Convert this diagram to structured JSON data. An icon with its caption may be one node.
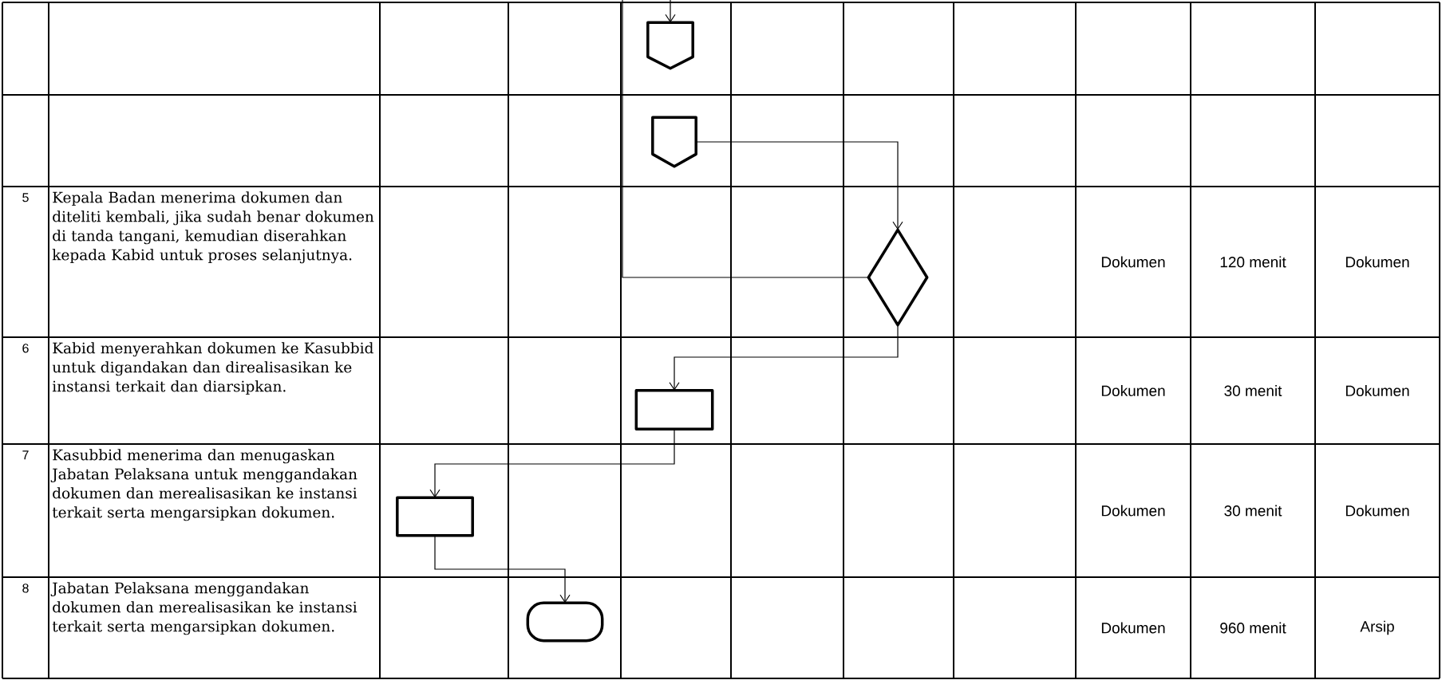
{
  "diagram": {
    "nodes": [
      {
        "text": [],
        "shape": "pentagon"
      },
      {
        "text": [],
        "shape": "pentagon"
      },
      {
        "text": [],
        "shape": "diamond"
      },
      {
        "text": [],
        "shape": "box"
      },
      {
        "text": [],
        "shape": "box"
      },
      {
        "text": [],
        "shape": "stadium"
      }
    ],
    "edges": [
      {
        "from": null,
        "to": 0,
        "arrow": "to"
      },
      {
        "from": 1,
        "to": 2,
        "arrow": "to"
      },
      {
        "from": 2,
        "to": null,
        "arrow": "none"
      },
      {
        "from": 2,
        "to": 3,
        "arrow": "to"
      },
      {
        "from": 3,
        "to": 4,
        "arrow": "to"
      },
      {
        "from": 4,
        "to": 5,
        "arrow": "to"
      }
    ],
    "labels": [
      "5",
      "Kepala Badan menerima dokumen dan diteliti kembali, jika sudah benar dokumen di tanda tangani, kemudian diserahkan kepada Kabid untuk proses selanjutnya.",
      "Dokumen",
      "120 menit",
      "Dokumen",
      "6",
      "Kabid menyerahkan dokumen ke Kasubbid untuk digandakan dan direalisasikan ke instansi terkait dan diarsipkan.",
      "Dokumen",
      "30 menit",
      "Dokumen",
      "7",
      "Kasubbid menerima dan menugaskan Jabatan Pelaksana untuk menggandakan dokumen dan merealisasikan ke instansi terkait serta mengarsipkan dokumen.",
      "Dokumen",
      "30 menit",
      "Dokumen",
      "8",
      "Jabatan Pelaksana menggandakan dokumen dan merealisasikan ke instansi terkait serta mengarsipkan dokumen.",
      "Dokumen",
      "960 menit",
      "Arsip"
    ]
  }
}
